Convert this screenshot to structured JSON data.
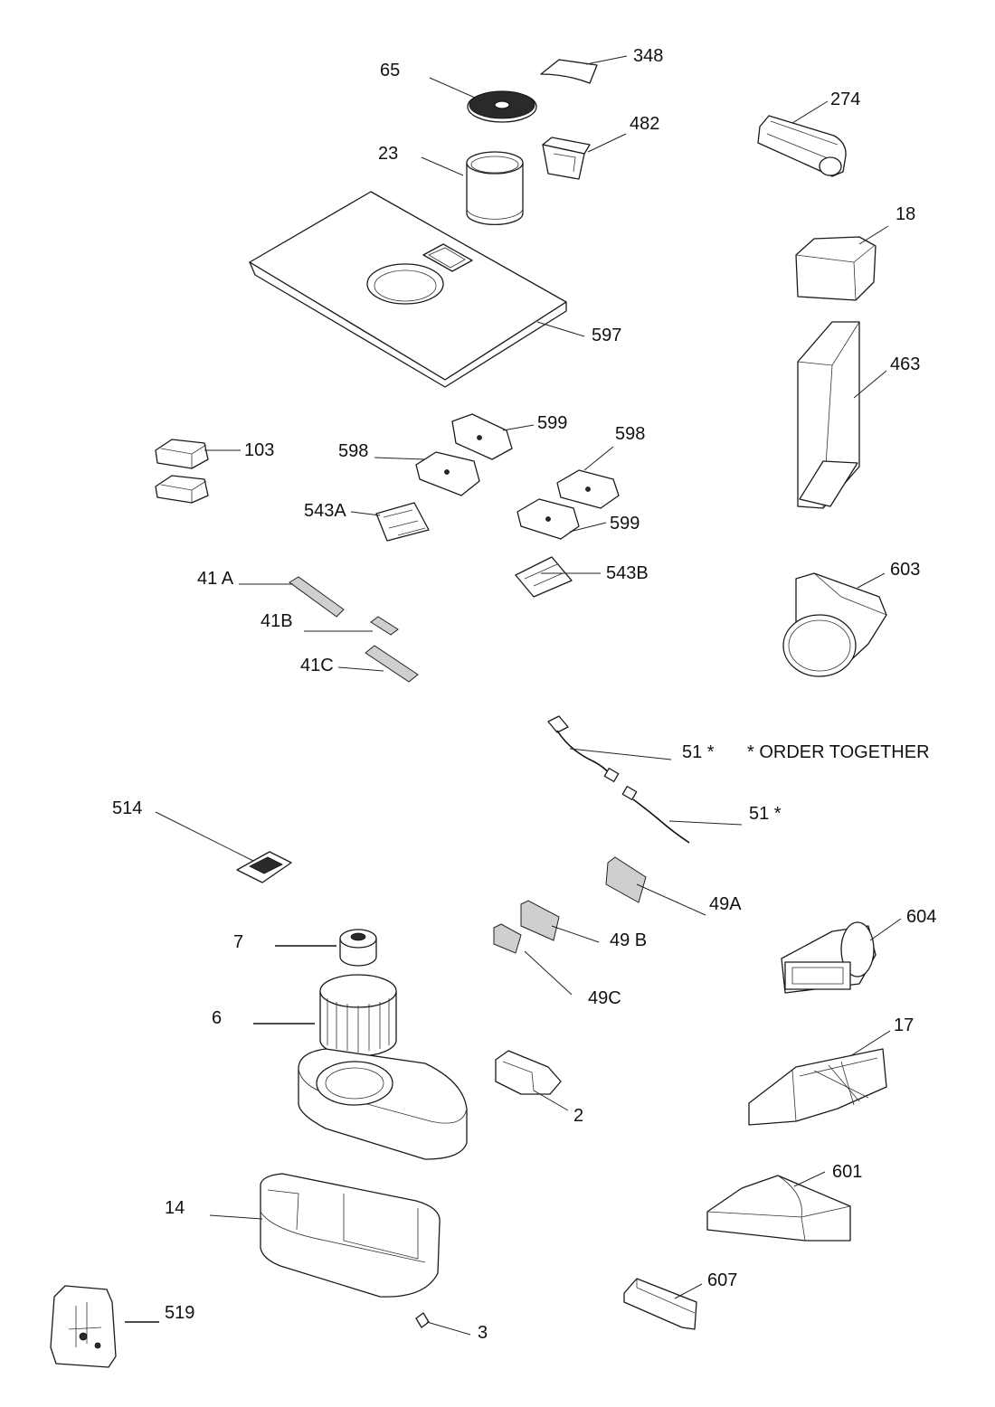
{
  "labels": {
    "p65": "65",
    "p348": "348",
    "p274": "274",
    "p482": "482",
    "p23": "23",
    "p18": "18",
    "p597": "597",
    "p463": "463",
    "p103": "103",
    "p598a": "598",
    "p599a": "599",
    "p598b": "598",
    "p599b": "599",
    "p543a": "543A",
    "p543b": "543B",
    "p603": "603",
    "p41a": "41 A",
    "p41b": "41B",
    "p41c": "41C",
    "p51a": "51 *",
    "p51b": "51 *",
    "order_note": "* ORDER TOGETHER",
    "p514": "514",
    "p49a": "49A",
    "p49b": "49 B",
    "p49c": "49C",
    "p7": "7",
    "p604": "604",
    "p6": "6",
    "p17": "17",
    "p2": "2",
    "p601": "601",
    "p14": "14",
    "p607": "607",
    "p519": "519",
    "p3": "3"
  }
}
